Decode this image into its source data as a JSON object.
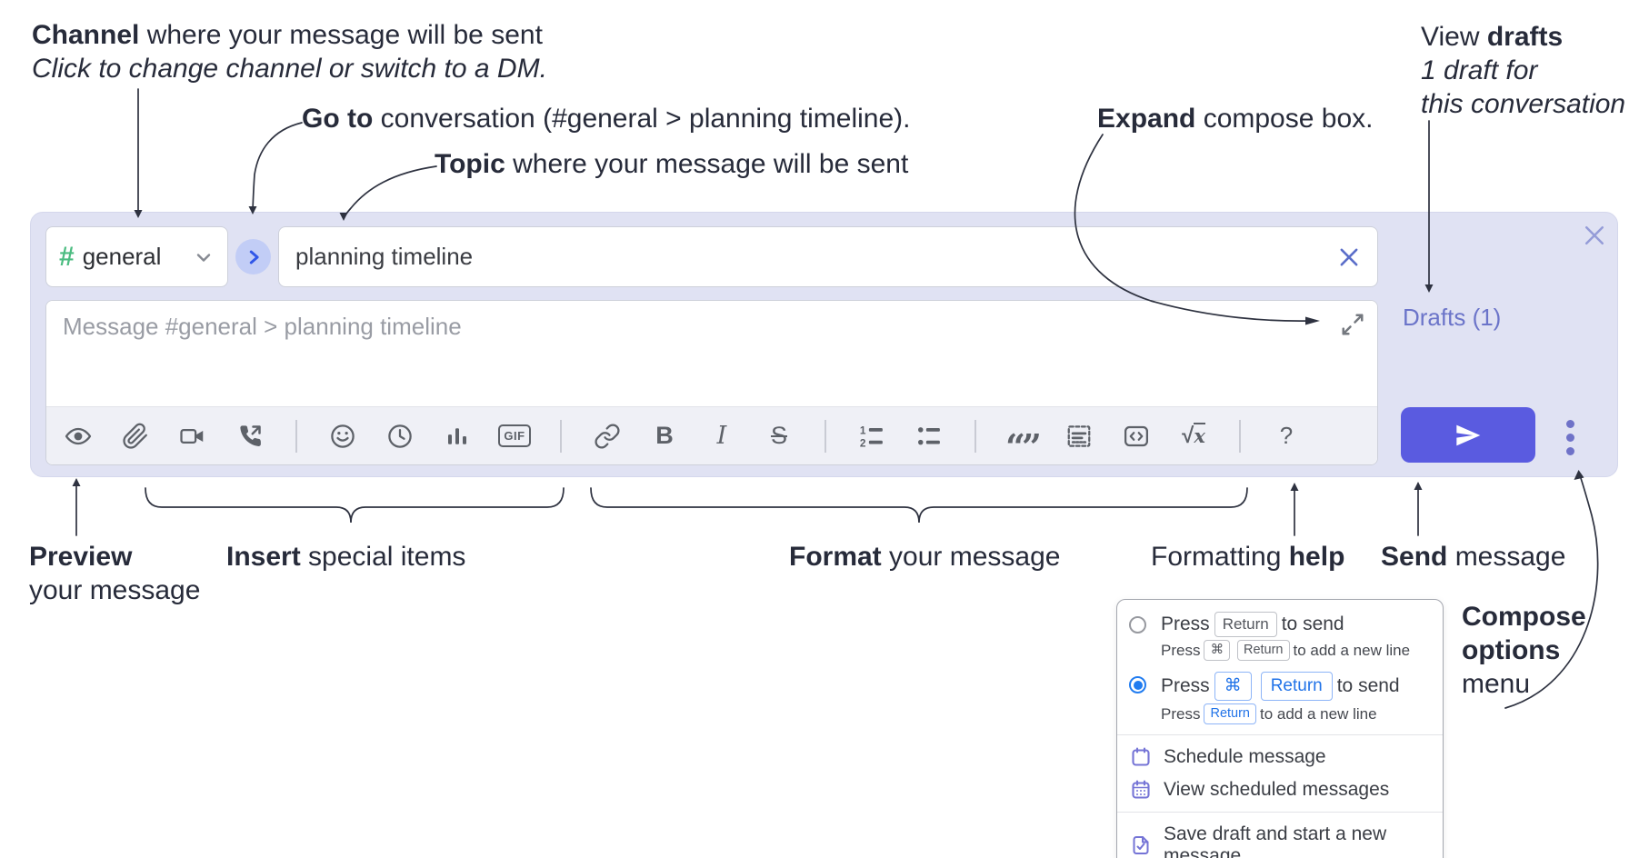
{
  "annotations": {
    "channel": {
      "bold": "Channel",
      "rest": " where your message will be sent",
      "sub": "Click to change channel or switch to a DM."
    },
    "goto": {
      "bold": "Go to",
      "rest": " conversation (#general > planning timeline)."
    },
    "topic": {
      "bold": "Topic",
      "rest": " where your message will be sent"
    },
    "expand": {
      "bold": "Expand",
      "rest": " compose box."
    },
    "view_drafts": {
      "pre": "View ",
      "bold": "drafts",
      "line2": "1 draft for",
      "line3": "this conversation"
    },
    "preview": {
      "bold": "Preview",
      "line2": "your message"
    },
    "insert": {
      "bold": "Insert",
      "rest": " special items"
    },
    "format": {
      "bold": "Format",
      "rest": " your message"
    },
    "formatting_help": {
      "pre": "Formatting ",
      "bold": "help"
    },
    "send": {
      "bold": "Send",
      "rest": " message"
    },
    "compose_options": {
      "bold1": "Compose",
      "bold2": "options",
      "rest": "menu"
    }
  },
  "compose": {
    "channel": {
      "hash": "#",
      "name": "general"
    },
    "topic_value": "planning timeline",
    "message_placeholder": "Message #general > planning timeline",
    "drafts_label": "Drafts (1)",
    "gif_label": "GIF"
  },
  "toolbar": {
    "icons": [
      "preview",
      "attach-file",
      "video-call",
      "audio-call",
      "divider",
      "emoji",
      "schedule",
      "poll",
      "gif",
      "divider",
      "link",
      "bold",
      "italic",
      "strikethrough",
      "divider",
      "numbered-list",
      "bulleted-list",
      "divider",
      "quote",
      "spoiler",
      "code",
      "math",
      "divider",
      "help"
    ]
  },
  "menu": {
    "options": [
      {
        "selected": false,
        "accent": false,
        "main_pre": "Press",
        "main_keys": [
          "Return"
        ],
        "main_post": "to send",
        "sub_pre": "Press",
        "sub_keys": [
          "⌘",
          "Return"
        ],
        "sub_post": "to add a new line"
      },
      {
        "selected": true,
        "accent": true,
        "main_pre": "Press",
        "main_keys": [
          "⌘",
          "Return"
        ],
        "main_post": "to send",
        "sub_pre": "Press",
        "sub_keys": [
          "Return"
        ],
        "sub_post": "to add a new line"
      }
    ],
    "items": [
      {
        "icon": "calendar-icon",
        "label": "Schedule message"
      },
      {
        "icon": "calendar-grid-icon",
        "label": "View scheduled messages"
      },
      {
        "icon": "save-draft-icon",
        "label": "Save draft and start a new message"
      }
    ]
  },
  "colors": {
    "accent_indigo": "#5a5be0",
    "link_purple": "#6b74c9",
    "hash_green": "#4cbc81",
    "kbd_blue": "#2173e8",
    "radio_blue": "#217cf0",
    "lavender_bg": "#e0e2f3",
    "annotation_text": "#272b3a"
  }
}
